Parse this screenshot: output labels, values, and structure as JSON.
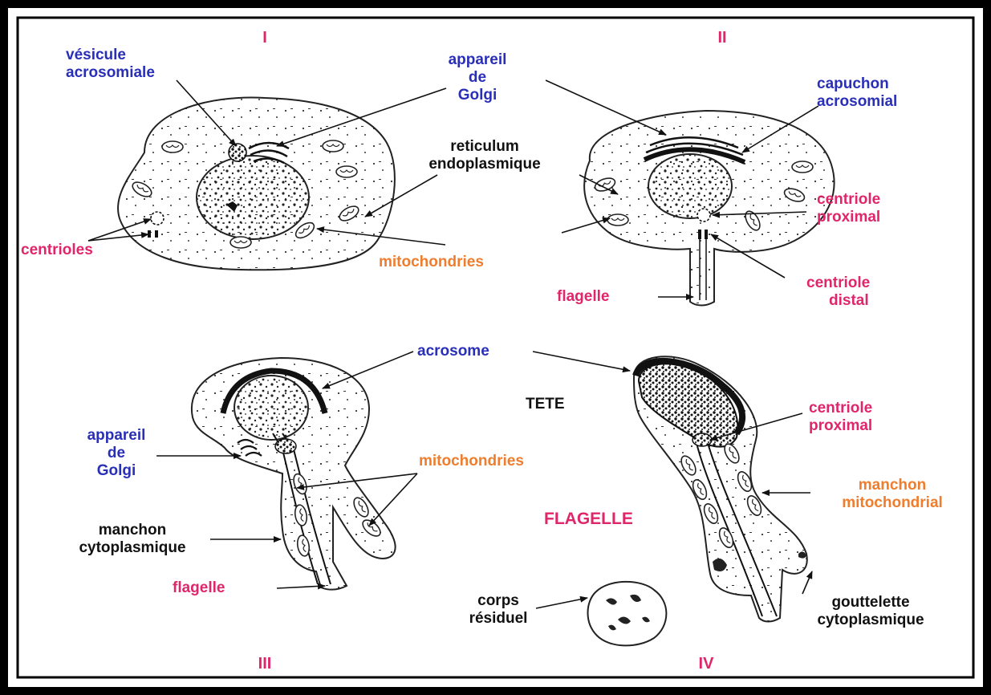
{
  "stages": {
    "s1": "I",
    "s2": "II",
    "s3": "III",
    "s4": "IV"
  },
  "labels": {
    "vesicule_acrosomiale": [
      "vésicule",
      "acrosomiale"
    ],
    "appareil_golgi_1": [
      "appareil",
      "de",
      "Golgi"
    ],
    "capuchon_acrosomial": [
      "capuchon",
      "acrosomial"
    ],
    "reticulum": [
      "reticulum",
      "endoplasmique"
    ],
    "centrioles": "centrioles",
    "mitochondries_1": "mitochondries",
    "centriole_proximal_2": [
      "centriole",
      "proximal"
    ],
    "centriole_distal": [
      "centriole",
      "distal"
    ],
    "flagelle_2": "flagelle",
    "acrosome": "acrosome",
    "tete": "TETE",
    "appareil_golgi_3": [
      "appareil",
      "de",
      "Golgi"
    ],
    "mitochondries_3": "mitochondries",
    "centriole_proximal_4": [
      "centriole",
      "proximal"
    ],
    "manchon_mitochondrial": [
      "manchon",
      "mitochondrial"
    ],
    "flagelle_big": "FLAGELLE",
    "manchon_cytoplasmique": [
      "manchon",
      "cytoplasmique"
    ],
    "flagelle_3": "flagelle",
    "corps_residuel": [
      "corps",
      "résiduel"
    ],
    "gouttelette": [
      "gouttelette",
      "cytoplasmique"
    ]
  },
  "colors": {
    "blue": "#2a2fb8",
    "pink": "#e0266a",
    "orange": "#ee7d2d",
    "black": "#111111"
  }
}
